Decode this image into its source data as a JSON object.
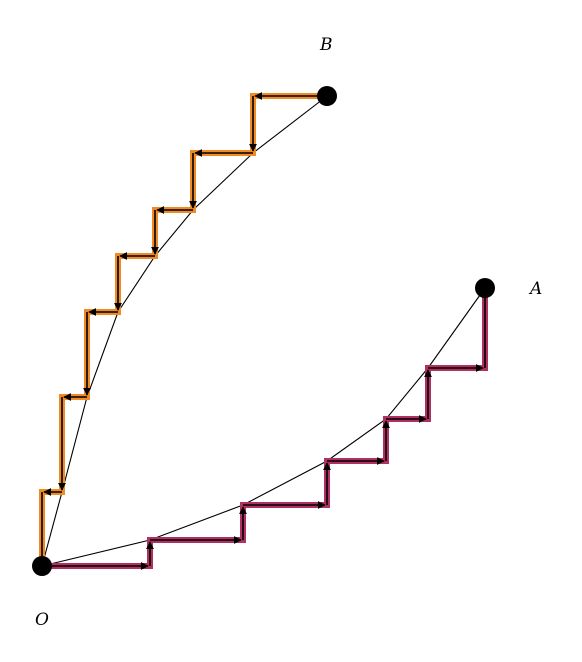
{
  "labels": {
    "origin": "O",
    "point_a": "A",
    "point_b": "B"
  },
  "colors": {
    "path_to_a": "#b03060",
    "path_to_b": "#f08a24",
    "arrows": "#000000",
    "curve": "#000000",
    "endpoints": "#000000"
  }
}
